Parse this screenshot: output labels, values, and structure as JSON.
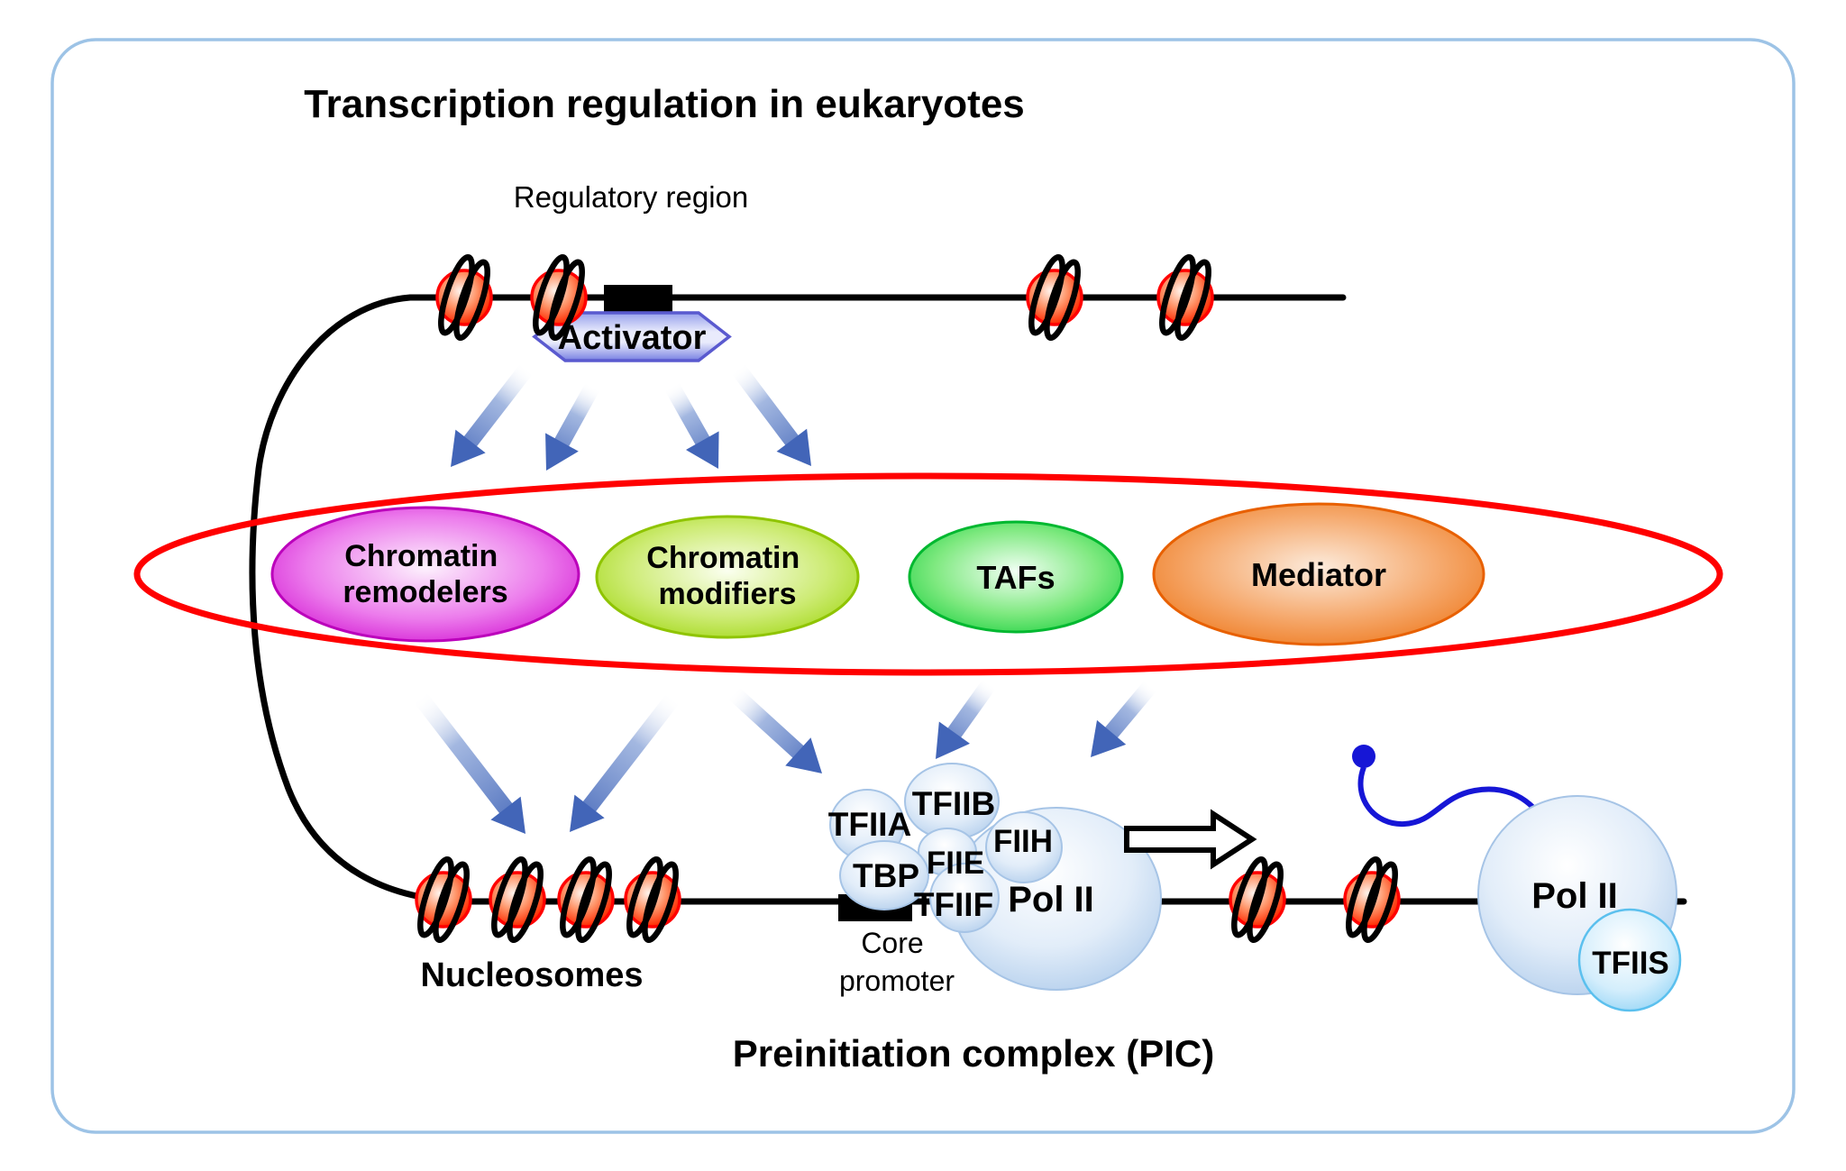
{
  "figure": {
    "title": "Transcription regulation in eukaryotes",
    "top_track": {
      "regulatory_region_label": "Regulatory region",
      "activator_label": "Activator"
    },
    "coactivator_ring": {
      "items": [
        {
          "id": "chromatin-remodelers",
          "line1": "Chromatin",
          "line2": "remodelers",
          "color": "#CC00CC"
        },
        {
          "id": "chromatin-modifiers",
          "line1": "Chromatin",
          "line2": "modifiers",
          "color": "#9FD41F"
        },
        {
          "id": "tafs",
          "line1": "TAFs",
          "line2": "",
          "color": "#22CC44"
        },
        {
          "id": "mediator",
          "line1": "Mediator",
          "line2": "",
          "color": "#ED7014"
        }
      ],
      "ring_color": "#FF0000"
    },
    "bottom_track": {
      "nucleosomes_label": "Nucleosomes",
      "core_promoter_line1": "Core",
      "core_promoter_line2": "promoter"
    },
    "pic": {
      "caption": "Preinitiation complex (PIC)",
      "subunits": {
        "tfiia": "TFIIA",
        "tfiib": "TFIIB",
        "tfiih": "FIIH",
        "tbp": "TBP",
        "tfiie": "FIIE",
        "tfiif": "TFIIF",
        "polii": "Pol II"
      }
    },
    "elongation": {
      "polii": "Pol II",
      "tfiis": "TFIIS"
    },
    "colors": {
      "frame": "#9DC3E6",
      "dna": "#000000",
      "nucleosome": "#FF2000",
      "arrow_blue": "#4265B8",
      "activator_border": "#5A5ACF",
      "ring_red": "#FF0000",
      "bubble_blue": "#C9DDF3",
      "tfiis_blue": "#A8DCF8",
      "rna_blue": "#1616D6"
    }
  }
}
